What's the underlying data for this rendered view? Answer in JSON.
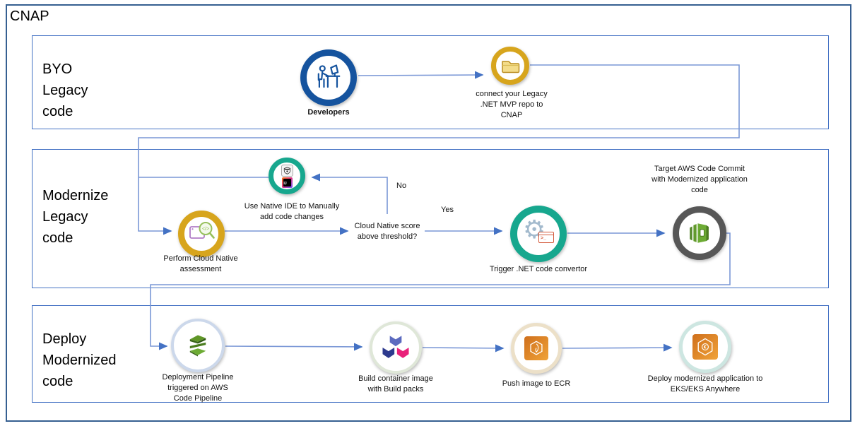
{
  "title": "CNAP",
  "rows": [
    {
      "id": "byo",
      "label": "BYO\nLegacy\ncode"
    },
    {
      "id": "modernize",
      "label": "Modernize\nLegacy\ncode"
    },
    {
      "id": "deploy",
      "label": "Deploy\nModernized\ncode"
    }
  ],
  "nodes": {
    "developers": {
      "label": "Developers",
      "icon": "developer-at-desk-icon",
      "ring_color": "#15539e"
    },
    "connect_repo": {
      "label": "connect your Legacy\n.NET MVP repo to\nCNAP",
      "icon": "folder-icon",
      "ring_color": "#d7a51d"
    },
    "native_ide": {
      "label": "Use Native IDE to Manually\nadd code changes",
      "icon": "ide-tools-icon",
      "ring_color": "#17a78e"
    },
    "assessment": {
      "label": "Perform Cloud Native\nassessment",
      "icon": "code-assessment-magnifier-icon",
      "ring_color": "#d7a51d"
    },
    "trigger_convertor": {
      "label": "Trigger .NET code convertor",
      "icon": "gear-terminal-icon",
      "ring_color": "#17a78e"
    },
    "code_commit": {
      "label": "Target AWS Code Commit\nwith Modernized application\ncode",
      "icon": "aws-codecommit-icon",
      "ring_color": "#575757"
    },
    "pipeline": {
      "label": "Deployment Pipeline\ntriggered on AWS\nCode Pipeline",
      "icon": "green-layers-pipeline-icon"
    },
    "buildpacks": {
      "label": "Build container image\nwith Build packs",
      "icon": "buildpacks-icon"
    },
    "ecr": {
      "label": "Push image to ECR",
      "icon": "aws-ecr-icon"
    },
    "eks": {
      "label": "Deploy modernized application to\nEKS/EKS Anywhere",
      "icon": "aws-eks-icon"
    }
  },
  "decision": {
    "question": "Cloud Native score\nabove threshold?",
    "no_label": "No",
    "yes_label": "Yes"
  },
  "colors": {
    "outer_border": "#365f91",
    "row_border": "#4472c4",
    "connector_line": "#7a97d6",
    "arrowhead": "#4472c4",
    "aws_orange_start": "#cf6f1c",
    "aws_orange_end": "#f0a339",
    "buildpacks_blue": "#5b6abf",
    "buildpacks_navy": "#2d3a8e",
    "buildpacks_pink": "#e9217a"
  }
}
